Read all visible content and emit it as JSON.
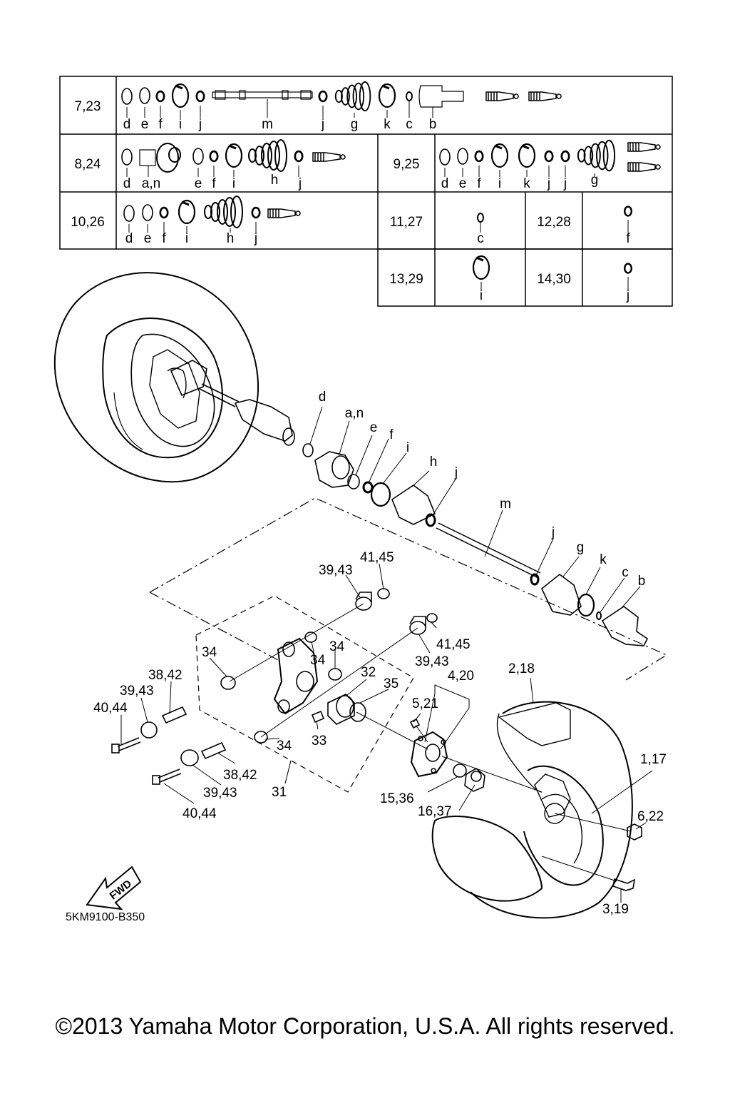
{
  "table": {
    "rows": [
      {
        "ref": "7,23",
        "keys": [
          "d",
          "e",
          "f",
          "i",
          "j",
          "m",
          "j",
          "g",
          "k",
          "c",
          "b"
        ]
      },
      {
        "ref": "8,24",
        "keys": [
          "d",
          "a,n",
          "e",
          "f",
          "i",
          "h",
          "j"
        ]
      },
      {
        "ref": "9,25",
        "keys": [
          "d",
          "e",
          "f",
          "i",
          "k",
          "j",
          "j",
          "g"
        ]
      },
      {
        "ref": "10,26",
        "keys": [
          "d",
          "e",
          "f",
          "i",
          "h",
          "j"
        ]
      },
      {
        "ref": "11,27",
        "keys": [
          "c"
        ]
      },
      {
        "ref": "12,28",
        "keys": [
          "f"
        ]
      },
      {
        "ref": "13,29",
        "keys": [
          "i"
        ]
      },
      {
        "ref": "14,30",
        "keys": [
          "j"
        ]
      }
    ]
  },
  "shaft_callouts": [
    "d",
    "a,n",
    "e",
    "f",
    "i",
    "h",
    "j",
    "m",
    "j",
    "g",
    "k",
    "c",
    "b"
  ],
  "part_callouts": [
    "41,45",
    "39,43",
    "41,45",
    "39,43",
    "34",
    "34",
    "34",
    "32",
    "35",
    "33",
    "34",
    "38,42",
    "39,43",
    "40,44",
    "38,42",
    "39,43",
    "40,44",
    "31",
    "4,20",
    "5,21",
    "2,18",
    "1,17",
    "15,36",
    "16,37",
    "6,22",
    "3,19"
  ],
  "fwd_label": "FWD",
  "diagram_code": "5KM9100-B350",
  "copyright": "©2013 Yamaha Motor Corporation, U.S.A. All rights reserved."
}
